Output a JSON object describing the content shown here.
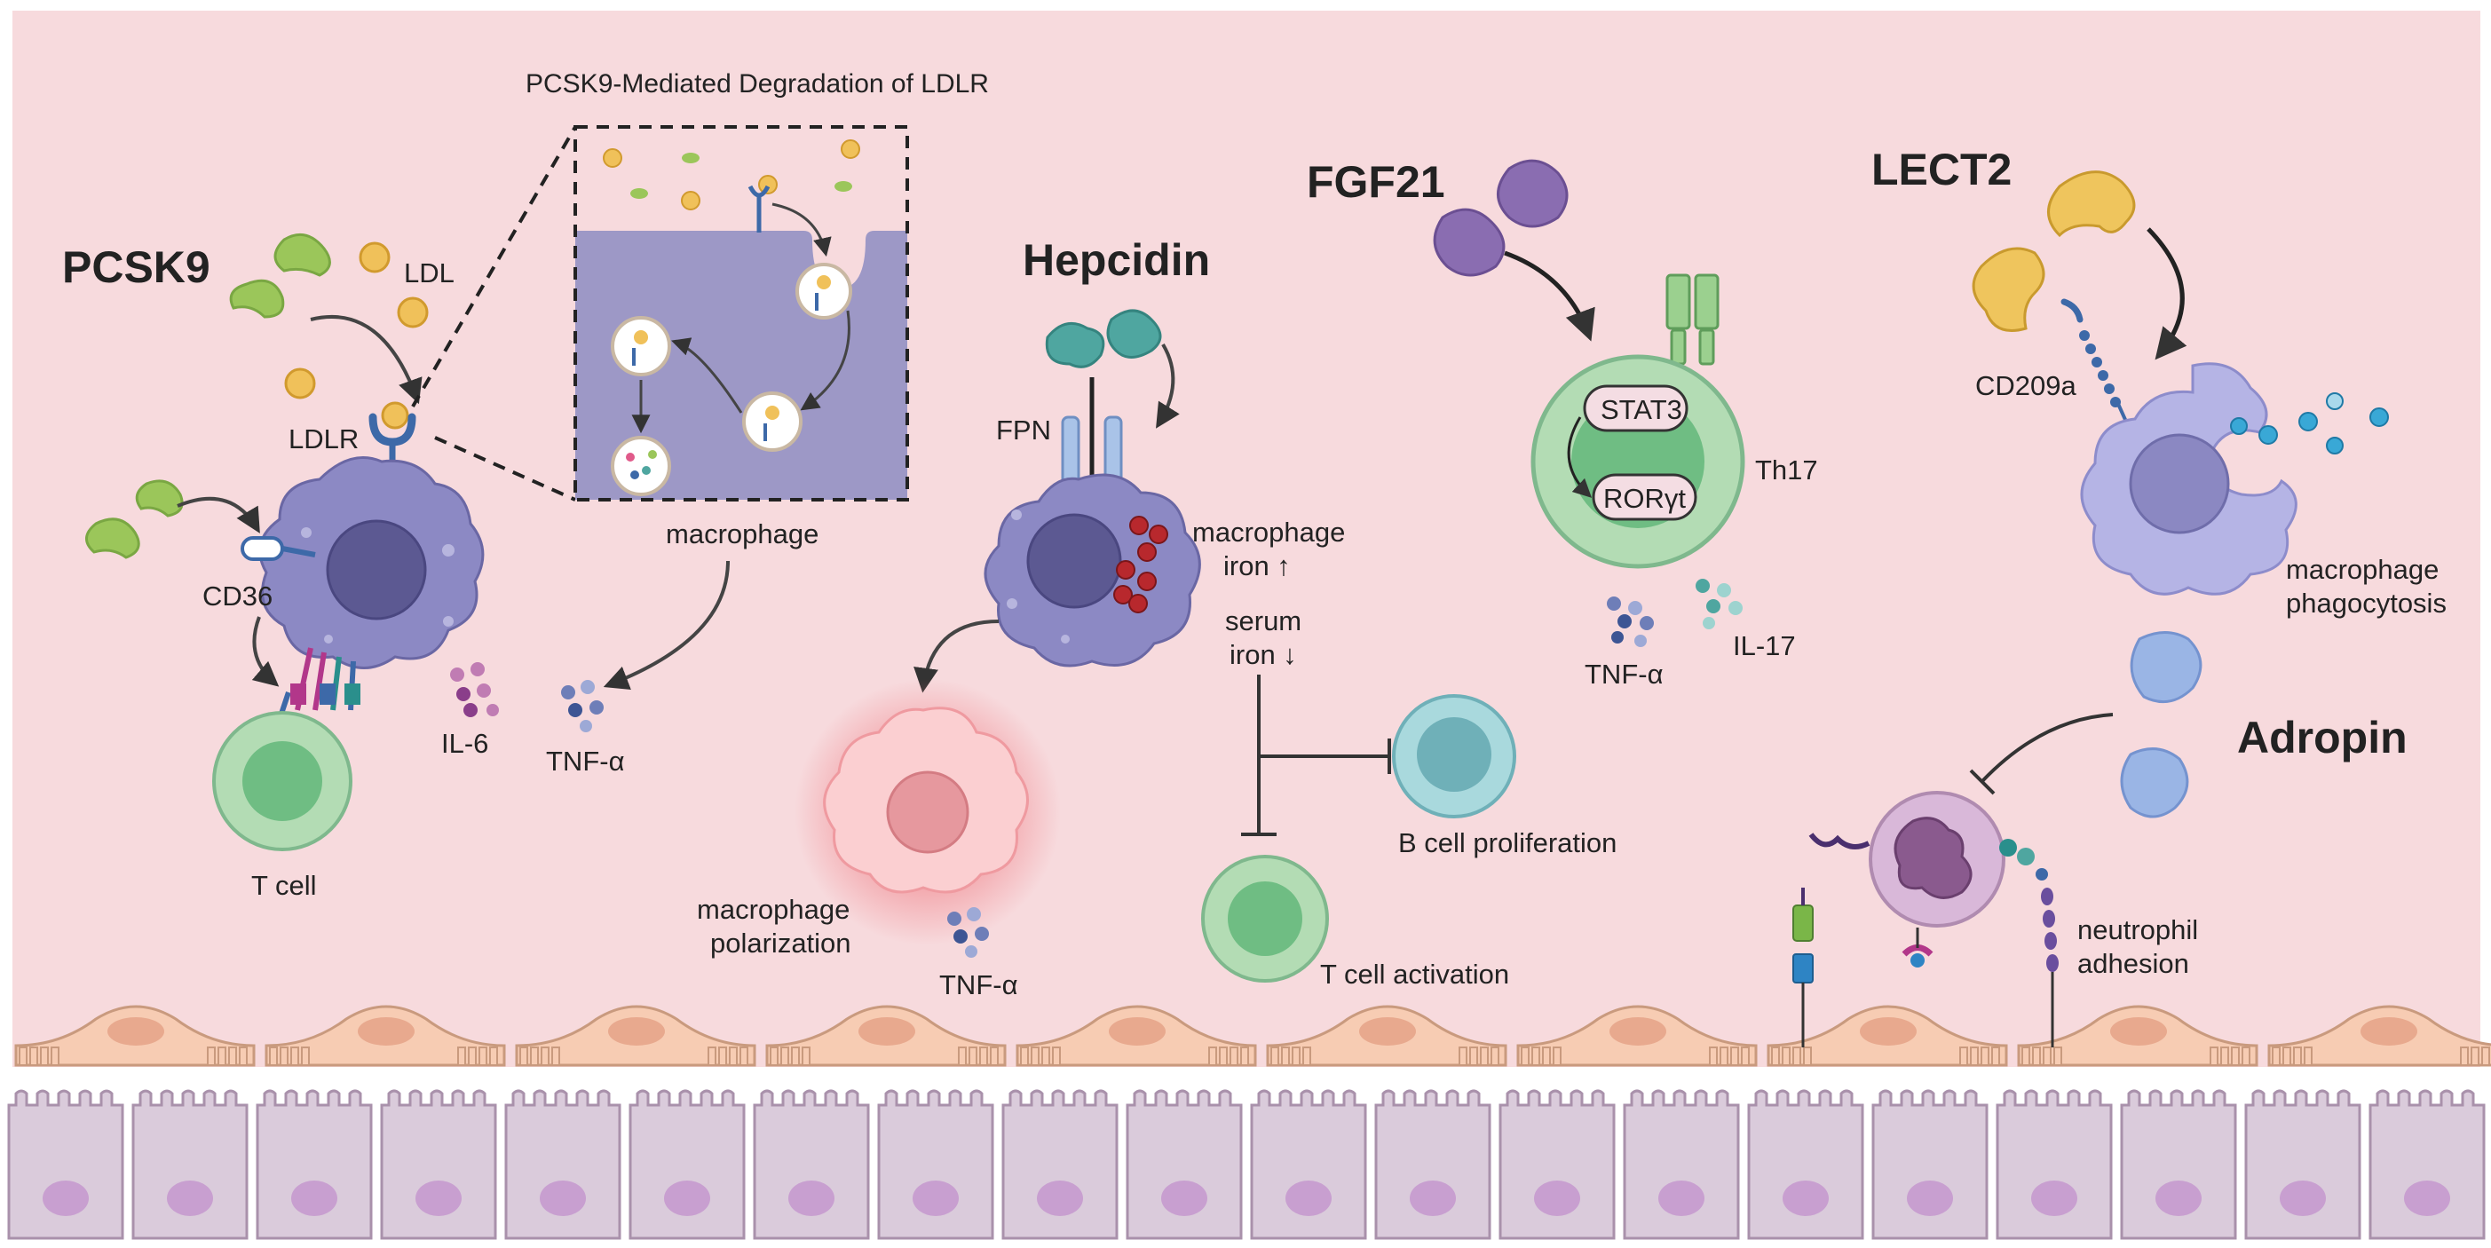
{
  "colors": {
    "background": "#f7dadd",
    "macrophage": "#8c89c4",
    "macrophage_nucleus": "#5c5992",
    "t_cell": "#b3dcb4",
    "t_cell_nucleus": "#6fbd83",
    "b_cell": "#a9d9dd",
    "b_cell_nucleus": "#6fb0b8",
    "ldl_particle": "#f0c15a",
    "pcsk9_protein": "#9bc65a",
    "hepcidin_protein": "#4fa6a0",
    "fgf21_protein": "#8a6db1",
    "lect2_protein": "#efc55d",
    "adropin_protein": "#9ab5e5",
    "iron": "#b8282d",
    "neutrophil": "#c89ac2",
    "endothelium": "#f7ccb3",
    "epithelium": "#dacbdb"
  },
  "icons": {
    "arrow": "arrow-icon",
    "inhibition": "inhibition-icon",
    "receptor": "receptor-icon",
    "cytokine": "cytokine-cluster-icon"
  },
  "pcsk9": {
    "title": "PCSK9",
    "ldl_label": "LDL",
    "ldlr_label": "LDLR",
    "cd36_label": "CD36",
    "il6_label": "IL-6",
    "tcell_label": "T cell",
    "tnf_label": "TNF-α",
    "macrophage_label": "macrophage"
  },
  "inset": {
    "title": "PCSK9-Mediated Degradation of LDLR"
  },
  "hepcidin": {
    "title": "Hepcidin",
    "fpn_label": "FPN",
    "macrophage_iron": [
      "macrophage",
      "iron ↑"
    ],
    "serum_iron": [
      "serum",
      "iron ↓"
    ],
    "polarization": [
      "macrophage",
      "polarization"
    ],
    "tnf_label": "TNF-α",
    "bcell_label": "B cell proliferation",
    "tcell_label": "T cell activation"
  },
  "fgf21": {
    "title": "FGF21",
    "stat3": "STAT3",
    "rorgt": "RORγt",
    "th17": "Th17",
    "tnf_label": "TNF-α",
    "il17_label": "IL-17"
  },
  "lect2": {
    "title": "LECT2",
    "cd209a": "CD209a",
    "phagocytosis": [
      "macrophage",
      "phagocytosis"
    ]
  },
  "adropin": {
    "title": "Adropin",
    "adhesion": [
      "neutrophil",
      "adhesion"
    ]
  }
}
